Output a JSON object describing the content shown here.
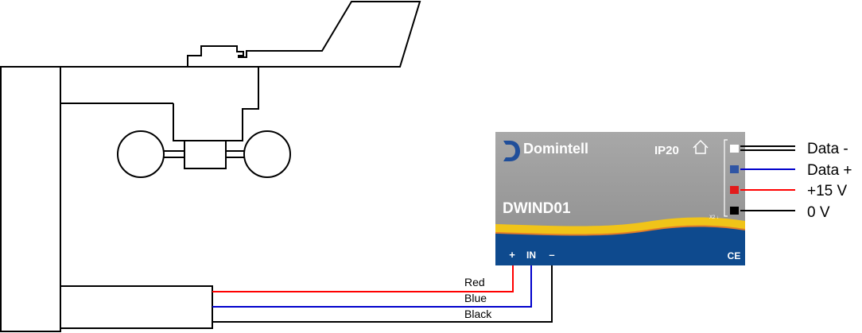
{
  "device": {
    "brand": "Domintell",
    "model": "DWIND01",
    "rating": "IP20",
    "jumper_mark": "X2 ↓",
    "terminals_bottom": [
      "+",
      "IN",
      "–"
    ],
    "ce_mark": "CE",
    "colors": {
      "body_top": "#9a9a9a",
      "body_bottom": "#0e4a8e",
      "rainbow": [
        "#f0c419",
        "#e07b2a",
        "#4fb848",
        "#2fa3d8",
        "#8a6fc2"
      ]
    }
  },
  "sensor_wires": [
    {
      "label": "Red",
      "color": "#ff0000"
    },
    {
      "label": "Blue",
      "color": "#0000cc"
    },
    {
      "label": "Black",
      "color": "#000000"
    }
  ],
  "bus_terminals": [
    {
      "label": "Data -",
      "swatch": "#ffffff",
      "wire": "#000000"
    },
    {
      "label": "Data +",
      "swatch": "#2f55a4",
      "wire": "#0000cc"
    },
    {
      "label": "+15 V",
      "swatch": "#e21b1b",
      "wire": "#ff0000"
    },
    {
      "label": "0 V",
      "swatch": "#000000",
      "wire": "#000000"
    }
  ]
}
